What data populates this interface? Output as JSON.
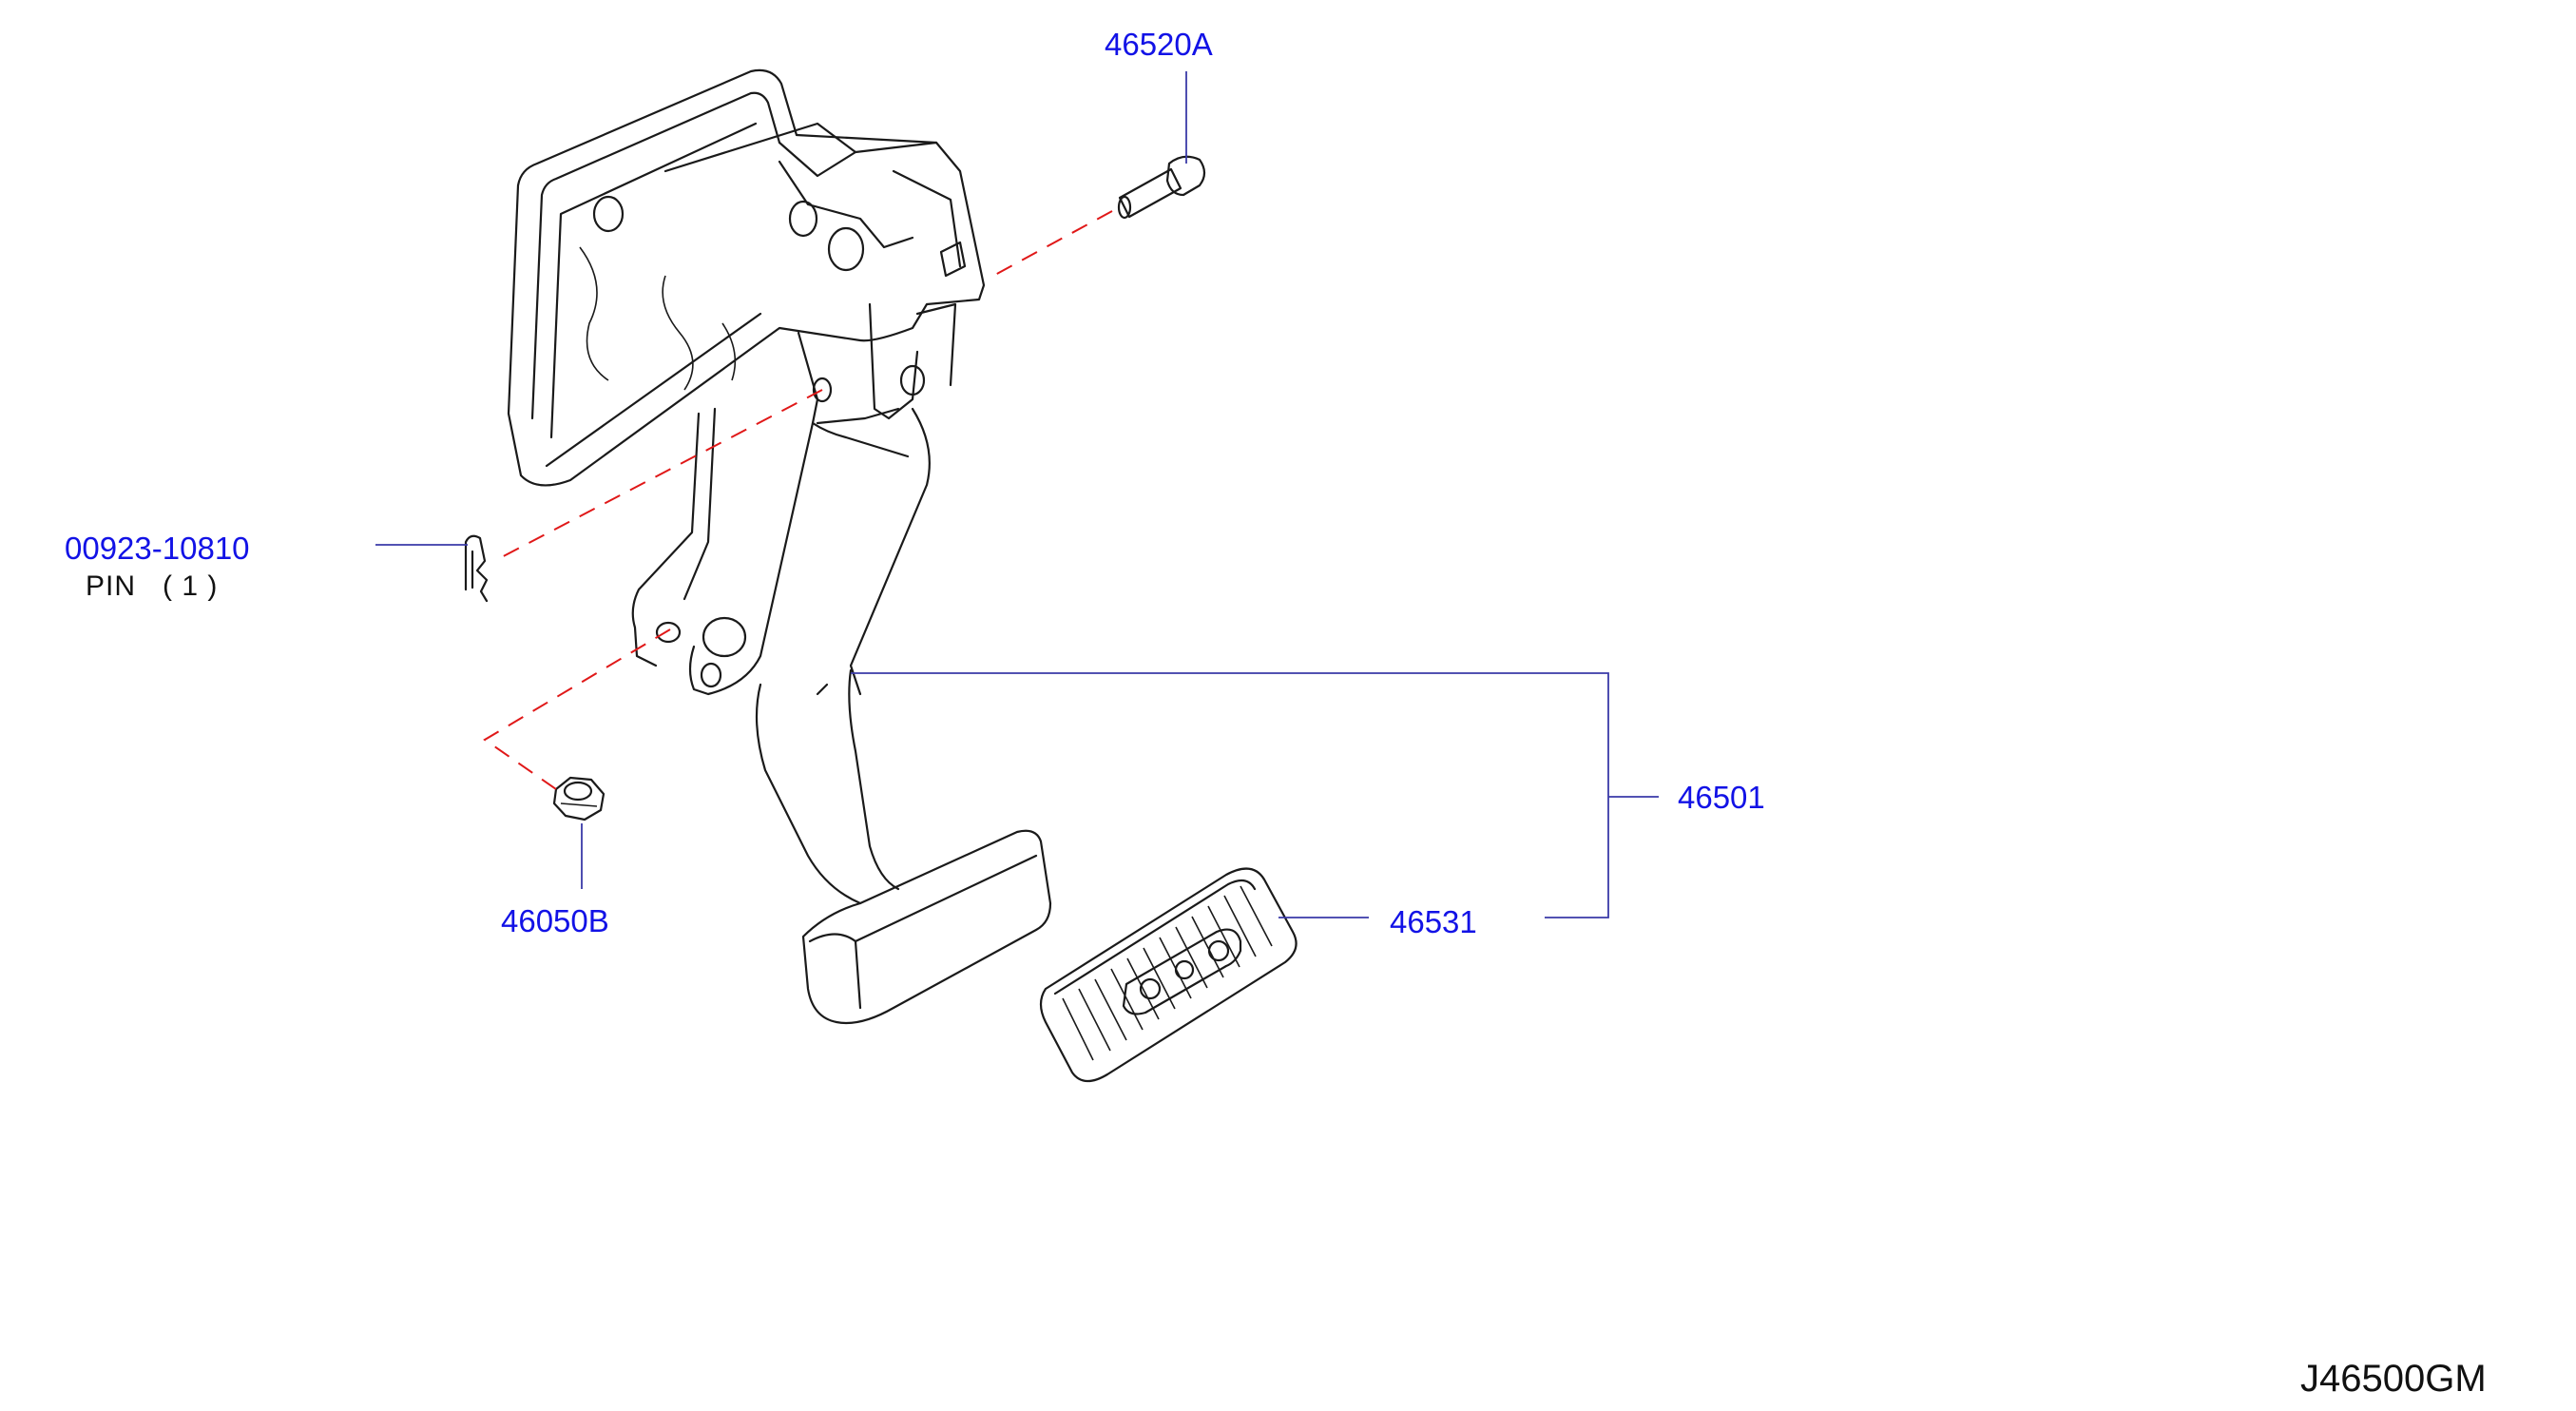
{
  "diagram": {
    "drawing_code": "J46500GM",
    "callouts": [
      {
        "part_number": "46520A"
      },
      {
        "part_number": "00923-10810",
        "description": "PIN",
        "quantity": "( 1 )"
      },
      {
        "part_number": "46501"
      },
      {
        "part_number": "46531"
      },
      {
        "part_number": "46050B"
      }
    ]
  },
  "colors": {
    "callout_text": "#1212e6",
    "leader_line": "#3a3aa8",
    "exploded_dash": "#e01818",
    "linework": "#1a1a1a"
  }
}
